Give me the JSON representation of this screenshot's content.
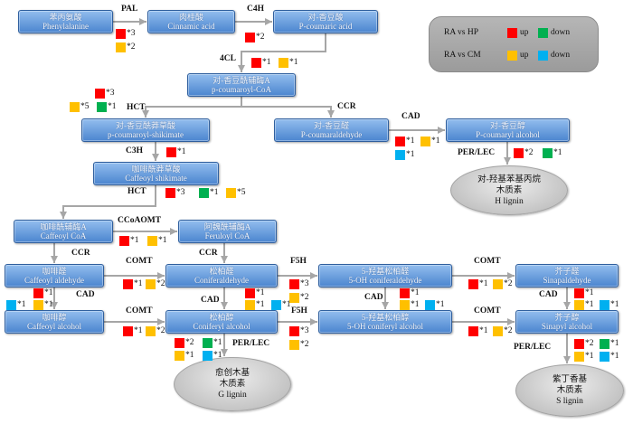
{
  "legend": {
    "rows": [
      {
        "label": "RA vs HP",
        "up_type": "hp_up",
        "up": "up",
        "down_type": "hp_down",
        "down": "down"
      },
      {
        "label": "RA vs CM",
        "up_type": "cm_up",
        "up": "up",
        "down_type": "cm_down",
        "down": "down"
      }
    ],
    "colors": {
      "hp_up": "#FF0000",
      "hp_down": "#00B050",
      "cm_up": "#FFC000",
      "cm_down": "#00B0F0"
    }
  },
  "nodes": {
    "phenylalanine": {
      "cn": "苯丙氨酸",
      "en": "Phenylalanine"
    },
    "cinnamic_acid": {
      "cn": "肉桂酸",
      "en": "Cinnamic acid"
    },
    "p_coumaric_acid": {
      "cn": "对-香豆酸",
      "en": "P-coumaric acid"
    },
    "p_coumaroyl_coa": {
      "cn": "对-香豆酰辅酶A",
      "en": "p-coumaroyl-CoA"
    },
    "p_coumaroyl_shikimate": {
      "cn": "对-香豆酰莽草酸",
      "en": "p-coumaroyl-shikimate"
    },
    "p_coumaraldehyde": {
      "cn": "对-香豆醛",
      "en": "P-coumaraldehyde"
    },
    "p_coumaryl_alcohol": {
      "cn": "对-香豆醇",
      "en": "P-coumaryl alcohol"
    },
    "caffeoyl_shikimate": {
      "cn": "咖啡酰莽草酸",
      "en": "Caffeoyl shikimate"
    },
    "caffeoyl_coa": {
      "cn": "咖啡酰辅酶A",
      "en": "Caffeoyl CoA"
    },
    "feruloyl_coa": {
      "cn": "阿魏酰辅酶A",
      "en": "Feruloyl CoA"
    },
    "caffeoyl_aldehyde": {
      "cn": "咖啡醛",
      "en": "Caffeoyl aldehyde"
    },
    "coniferaldehyde": {
      "cn": "松柏醛",
      "en": "Coniferaldehyde"
    },
    "oh_coniferaldehyde": {
      "cn": "5-羟基松柏醛",
      "en": "5-OH coniferaldehyde"
    },
    "sinapaldehyde": {
      "cn": "芥子醛",
      "en": "Sinapaldehyde"
    },
    "caffeoyl_alcohol": {
      "cn": "咖啡醇",
      "en": "Caffeoyl alcohol"
    },
    "coniferyl_alcohol": {
      "cn": "松柏醇",
      "en": "Coniferyl alcohol"
    },
    "oh_coniferyl_alcohol": {
      "cn": "5-羟基松柏醇",
      "en": "5-OH coniferyl alcohol"
    },
    "sinapyl_alcohol": {
      "cn": "芥子醇",
      "en": "Sinapyl alcohol"
    }
  },
  "lignins": {
    "h": [
      "对-羟基苯基丙烷",
      "木质素",
      "H lignin"
    ],
    "g": [
      "愈创木基",
      "木质素",
      "G lignin"
    ],
    "s": [
      "紫丁香基",
      "木质素",
      "S lignin"
    ]
  },
  "enzymes": {
    "pal": "PAL",
    "c4h": "C4H",
    "cl4": "4CL",
    "hct_top": "HCT",
    "ccr_top": "CCR",
    "cad_top": "CAD",
    "c3h": "C3H",
    "per_lec_h": "PER/LEC",
    "hct_bottom": "HCT",
    "ccoaomt": "CCoAOMT",
    "ccr_left": "CCR",
    "ccr_right": "CCR",
    "comt_r5_left": "COMT",
    "f5h_r5": "F5H",
    "comt_r5_right": "COMT",
    "cad_left": "CAD",
    "cad_center": "CAD",
    "cad_midright": "CAD",
    "cad_right": "CAD",
    "comt_r6_left": "COMT",
    "f5h_r6": "F5H",
    "comt_r6_right": "COMT",
    "per_lec_g": "PER/LEC",
    "per_lec_s": "PER/LEC"
  },
  "markers": {
    "pal": [
      {
        "type": "hp_up",
        "label": "*3"
      },
      {
        "type": "cm_up",
        "label": "*2"
      }
    ],
    "c4h": [
      {
        "type": "hp_up",
        "label": "*2"
      }
    ],
    "cl4": [
      {
        "type": "hp_up",
        "label": "*1"
      },
      {
        "type": "cm_up",
        "label": "*1"
      }
    ],
    "hct_top": [
      {
        "type": "hp_up",
        "label": "*3"
      },
      {
        "type": "cm_up",
        "label": "*5"
      },
      {
        "type": "hp_down",
        "label": "*1"
      }
    ],
    "cad_top": [
      {
        "type": "hp_up",
        "label": "*1"
      },
      {
        "type": "cm_up",
        "label": "*1"
      },
      {
        "type": "cm_down",
        "label": "*1"
      }
    ],
    "per_lec_h": [
      {
        "type": "hp_up",
        "label": "*2"
      },
      {
        "type": "hp_down",
        "label": "*1"
      }
    ],
    "c3h": [
      {
        "type": "hp_up",
        "label": "*1"
      }
    ],
    "hct_bottom": [
      {
        "type": "hp_up",
        "label": "*3"
      },
      {
        "type": "hp_down",
        "label": "*1"
      },
      {
        "type": "cm_up",
        "label": "*5"
      }
    ],
    "ccoaomt": [
      {
        "type": "hp_up",
        "label": "*1"
      },
      {
        "type": "cm_up",
        "label": "*1"
      }
    ],
    "comt_r5_left": [
      {
        "type": "hp_up",
        "label": "*1"
      },
      {
        "type": "cm_up",
        "label": "*2"
      }
    ],
    "cad_left": [
      {
        "type": "hp_up",
        "label": "*1"
      },
      {
        "type": "cm_down",
        "label": "*1"
      },
      {
        "type": "cm_up",
        "label": "*1"
      }
    ],
    "cad_center": [
      {
        "type": "hp_up",
        "label": "*1"
      },
      {
        "type": "cm_up",
        "label": "*1"
      },
      {
        "type": "cm_down",
        "label": "*1"
      }
    ],
    "f5h_r5": [
      {
        "type": "hp_up",
        "label": "*3"
      },
      {
        "type": "cm_up",
        "label": "*2"
      }
    ],
    "cad_midright": [
      {
        "type": "hp_up",
        "label": "*1"
      },
      {
        "type": "cm_up",
        "label": "*1"
      },
      {
        "type": "cm_down",
        "label": "*1"
      }
    ],
    "comt_r5_right": [
      {
        "type": "hp_up",
        "label": "*1"
      },
      {
        "type": "cm_up",
        "label": "*2"
      }
    ],
    "cad_right": [
      {
        "type": "hp_up",
        "label": "*1"
      },
      {
        "type": "cm_up",
        "label": "*1"
      },
      {
        "type": "cm_down",
        "label": "*1"
      }
    ],
    "comt_r6_left": [
      {
        "type": "hp_up",
        "label": "*1"
      },
      {
        "type": "cm_up",
        "label": "*2"
      }
    ],
    "f5h_r6": [
      {
        "type": "hp_up",
        "label": "*3"
      },
      {
        "type": "cm_up",
        "label": "*2"
      }
    ],
    "comt_r6_right": [
      {
        "type": "hp_up",
        "label": "*1"
      },
      {
        "type": "cm_up",
        "label": "*2"
      }
    ],
    "per_lec_g": [
      {
        "type": "hp_up",
        "label": "*2"
      },
      {
        "type": "hp_down",
        "label": "*1"
      },
      {
        "type": "cm_up",
        "label": "*1"
      },
      {
        "type": "cm_down",
        "label": "*1"
      }
    ],
    "per_lec_s": [
      {
        "type": "hp_up",
        "label": "*2"
      },
      {
        "type": "hp_down",
        "label": "*1"
      },
      {
        "type": "cm_up",
        "label": "*1"
      },
      {
        "type": "cm_down",
        "label": "*1"
      }
    ]
  }
}
